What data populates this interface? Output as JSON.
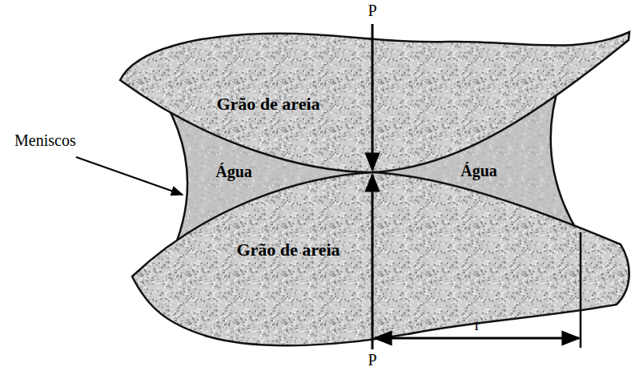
{
  "diagram": {
    "labels": [
      "P",
      "Grão de areia",
      "Meniscos",
      "Água",
      "Água",
      "Grão de areia",
      "P",
      "r"
    ]
  }
}
